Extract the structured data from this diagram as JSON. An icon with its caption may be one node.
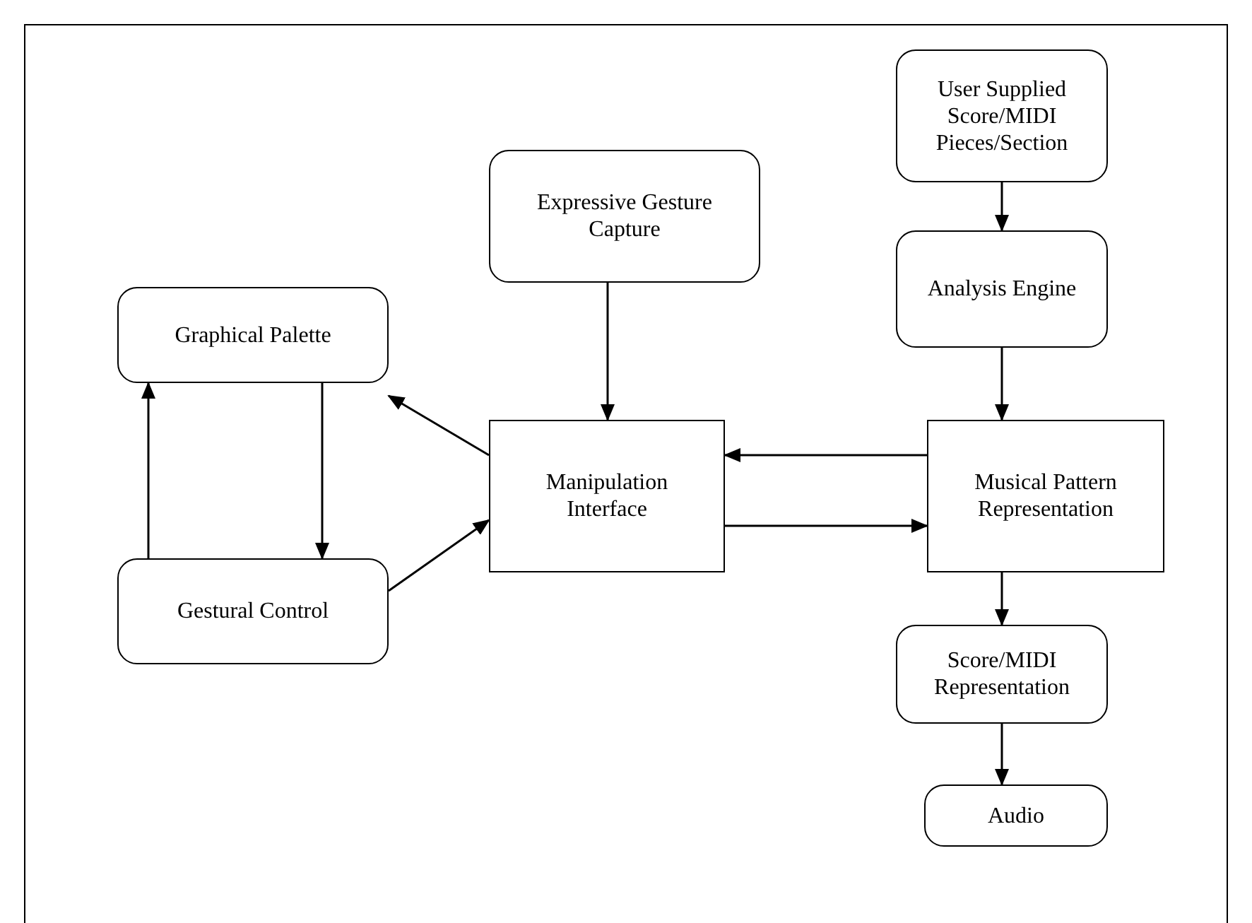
{
  "diagram": {
    "nodes": [
      {
        "text": [
          "User Supplied Score/MIDI Pieces/Section"
        ]
      },
      {
        "text": [
          "Analysis Engine"
        ]
      },
      {
        "text": [
          "Expressive Gesture Capture"
        ]
      },
      {
        "text": [
          "Graphical Palette"
        ]
      },
      {
        "text": [
          "Manipulation Interface"
        ]
      },
      {
        "text": [
          "Musical Pattern Representation"
        ]
      },
      {
        "text": [
          "Gestural Control"
        ]
      },
      {
        "text": [
          "Score/MIDI Representation"
        ]
      },
      {
        "text": [
          "Audio"
        ]
      }
    ],
    "edges": [
      {
        "from": 0,
        "to": 1,
        "arrow": "to"
      },
      {
        "from": 1,
        "to": 5,
        "arrow": "to"
      },
      {
        "from": 2,
        "to": 4,
        "arrow": "to"
      },
      {
        "from": 5,
        "to": 4,
        "arrow": "to"
      },
      {
        "from": 4,
        "to": 5,
        "arrow": "to"
      },
      {
        "from": 4,
        "to": 3,
        "arrow": "to"
      },
      {
        "from": 6,
        "to": 4,
        "arrow": "to"
      },
      {
        "from": 3,
        "to": 6,
        "arrow": "to"
      },
      {
        "from": 6,
        "to": 3,
        "arrow": "to"
      },
      {
        "from": 5,
        "to": 7,
        "arrow": "to"
      },
      {
        "from": 7,
        "to": 8,
        "arrow": "to"
      }
    ]
  }
}
